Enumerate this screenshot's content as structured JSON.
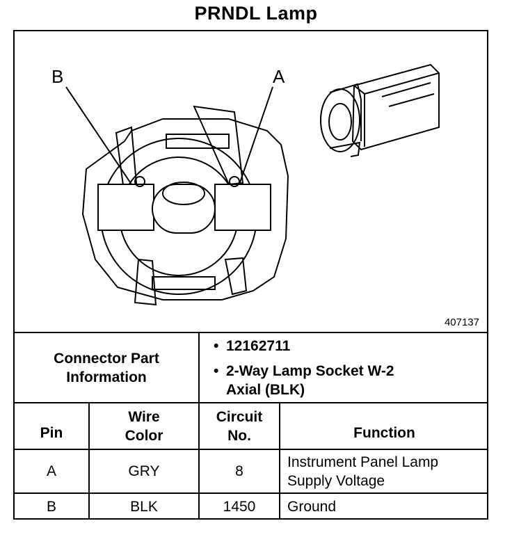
{
  "title": "PRNDL Lamp",
  "figure": {
    "pin_b_label": "B",
    "pin_a_label": "A",
    "figure_number": "407137"
  },
  "connector_info": {
    "label_line1": "Connector Part",
    "label_line2": "Information",
    "part_number": "12162711",
    "description_line1": "2-Way Lamp Socket W-2",
    "description_line2": "Axial (BLK)"
  },
  "table": {
    "headers": {
      "pin": "Pin",
      "wire_color_line1": "Wire",
      "wire_color_line2": "Color",
      "circuit_line1": "Circuit",
      "circuit_line2": "No.",
      "function": "Function"
    },
    "rows": [
      {
        "pin": "A",
        "wire_color": "GRY",
        "circuit": "8",
        "function_line1": "Instrument Panel Lamp",
        "function_line2": "Supply Voltage"
      },
      {
        "pin": "B",
        "wire_color": "BLK",
        "circuit": "1450",
        "function_line1": "Ground",
        "function_line2": ""
      }
    ]
  }
}
